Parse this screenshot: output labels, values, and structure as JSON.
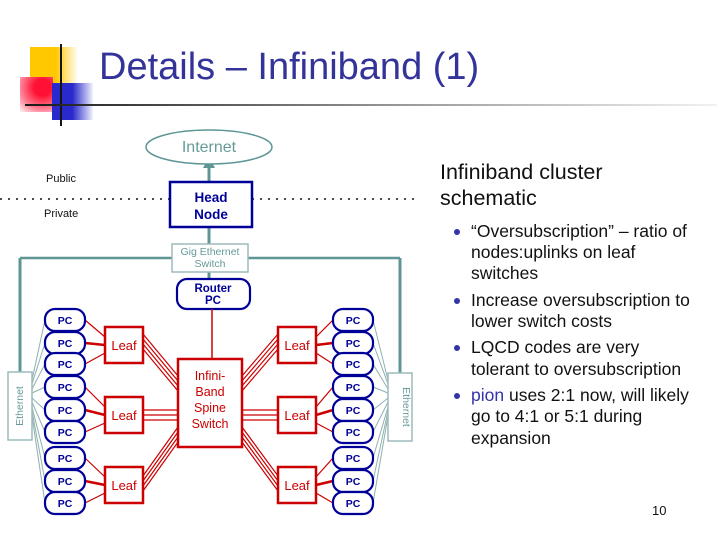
{
  "slide": {
    "title": "Details – Infiniband (1)",
    "page_number": "10"
  },
  "diagram": {
    "internet_label": "Internet",
    "public_label": "Public",
    "private_label": "Private",
    "head_node_line1": "Head",
    "head_node_line2": "Node",
    "gig_switch_line1": "Gig Ethernet",
    "gig_switch_line2": "Switch",
    "router_line1": "Router",
    "router_line2": "PC",
    "spine_line1": "Infini-",
    "spine_line2": "Band",
    "spine_line3": "Spine",
    "spine_line4": "Switch",
    "leaf_label": "Leaf",
    "pc_label": "PC",
    "ethernet_label": "Ethernet"
  },
  "content": {
    "heading": "Infiniband cluster schematic",
    "bullets": [
      {
        "text": "“Oversubscription” – ratio of nodes:uplinks on leaf switches"
      },
      {
        "text": "Increase oversubscription to lower switch costs"
      },
      {
        "text": "LQCD codes are very tolerant to oversubscription"
      },
      {
        "highlight": "pion",
        "text": " uses 2:1 now, will likely go to 4:1 or 5:1 during expansion"
      }
    ]
  },
  "colors": {
    "title_blue": "#333399",
    "node_navy": "#000099",
    "infiniband_red": "#cc0000",
    "ethernet_teal": "#5e9595",
    "light_teal_border": "#9dbaba"
  }
}
